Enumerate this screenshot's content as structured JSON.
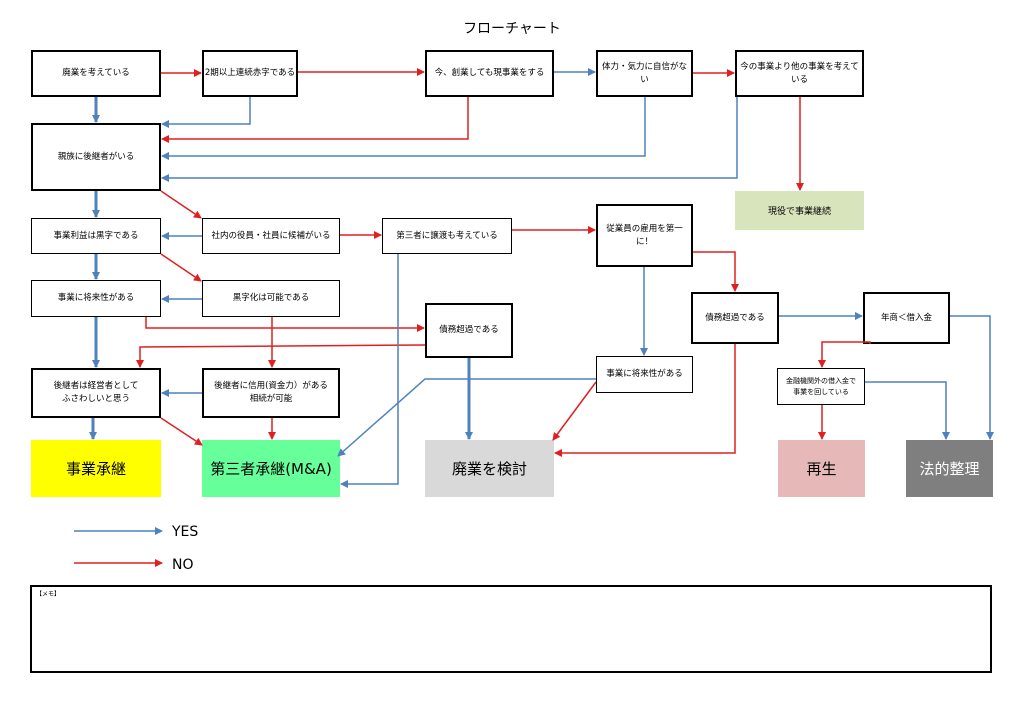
{
  "title": "フローチャート",
  "boxes": {
    "haigyo_kangae": "廃業を考えている",
    "akaji_2ki": "2期以上連続赤字である",
    "sogyo": "今、創業しても現事業をする",
    "tairyoku": "体力・気力に自信がない",
    "hoka_jigyo": "今の事業より他の事業を考えている",
    "shinzoku": "親族に後継者がいる",
    "rieki_kuroji": "事業利益は黒字である",
    "shanai": "社内の役員・社員に候補がいる",
    "daisansha_joto": "第三者に譲渡も考えている",
    "jugyoin": "従業員の雇用を第一に！",
    "shoraisei_left": "事業に将来性がある",
    "kurojika": "黒字化は可能である",
    "saimu_center": "債務超過である",
    "saimu_right": "債務超過である",
    "nensho": "年商＜借入金",
    "kokeisha_keieisha": "後継者は経営者として\nふさわしいと思う",
    "kokeisha_shinyo": "後継者に信用(資金力）がある\n相続が可能",
    "shoraisei_mid": "事業に将来性がある",
    "kinyu": "金融機関外の借入金で\n事業を回している"
  },
  "outcomes": {
    "keizoku": "現役で事業継続",
    "shokei": "事業承継",
    "ma": "第三者承継(M&A)",
    "haigyo": "廃業を検討",
    "saisei": "再生",
    "seiri": "法的整理"
  },
  "legend": {
    "yes": "YES",
    "no": "NO"
  },
  "memo": {
    "label": "【メモ】"
  },
  "colors": {
    "yes": "#4f81bd",
    "no": "#e02020",
    "shokei": "#ffff00",
    "ma": "#66ff99",
    "haigyo": "#d9d9d9",
    "saisei": "#e6b8b7",
    "seiri": "#7f7f7f",
    "keizoku": "#d8e4bc"
  }
}
